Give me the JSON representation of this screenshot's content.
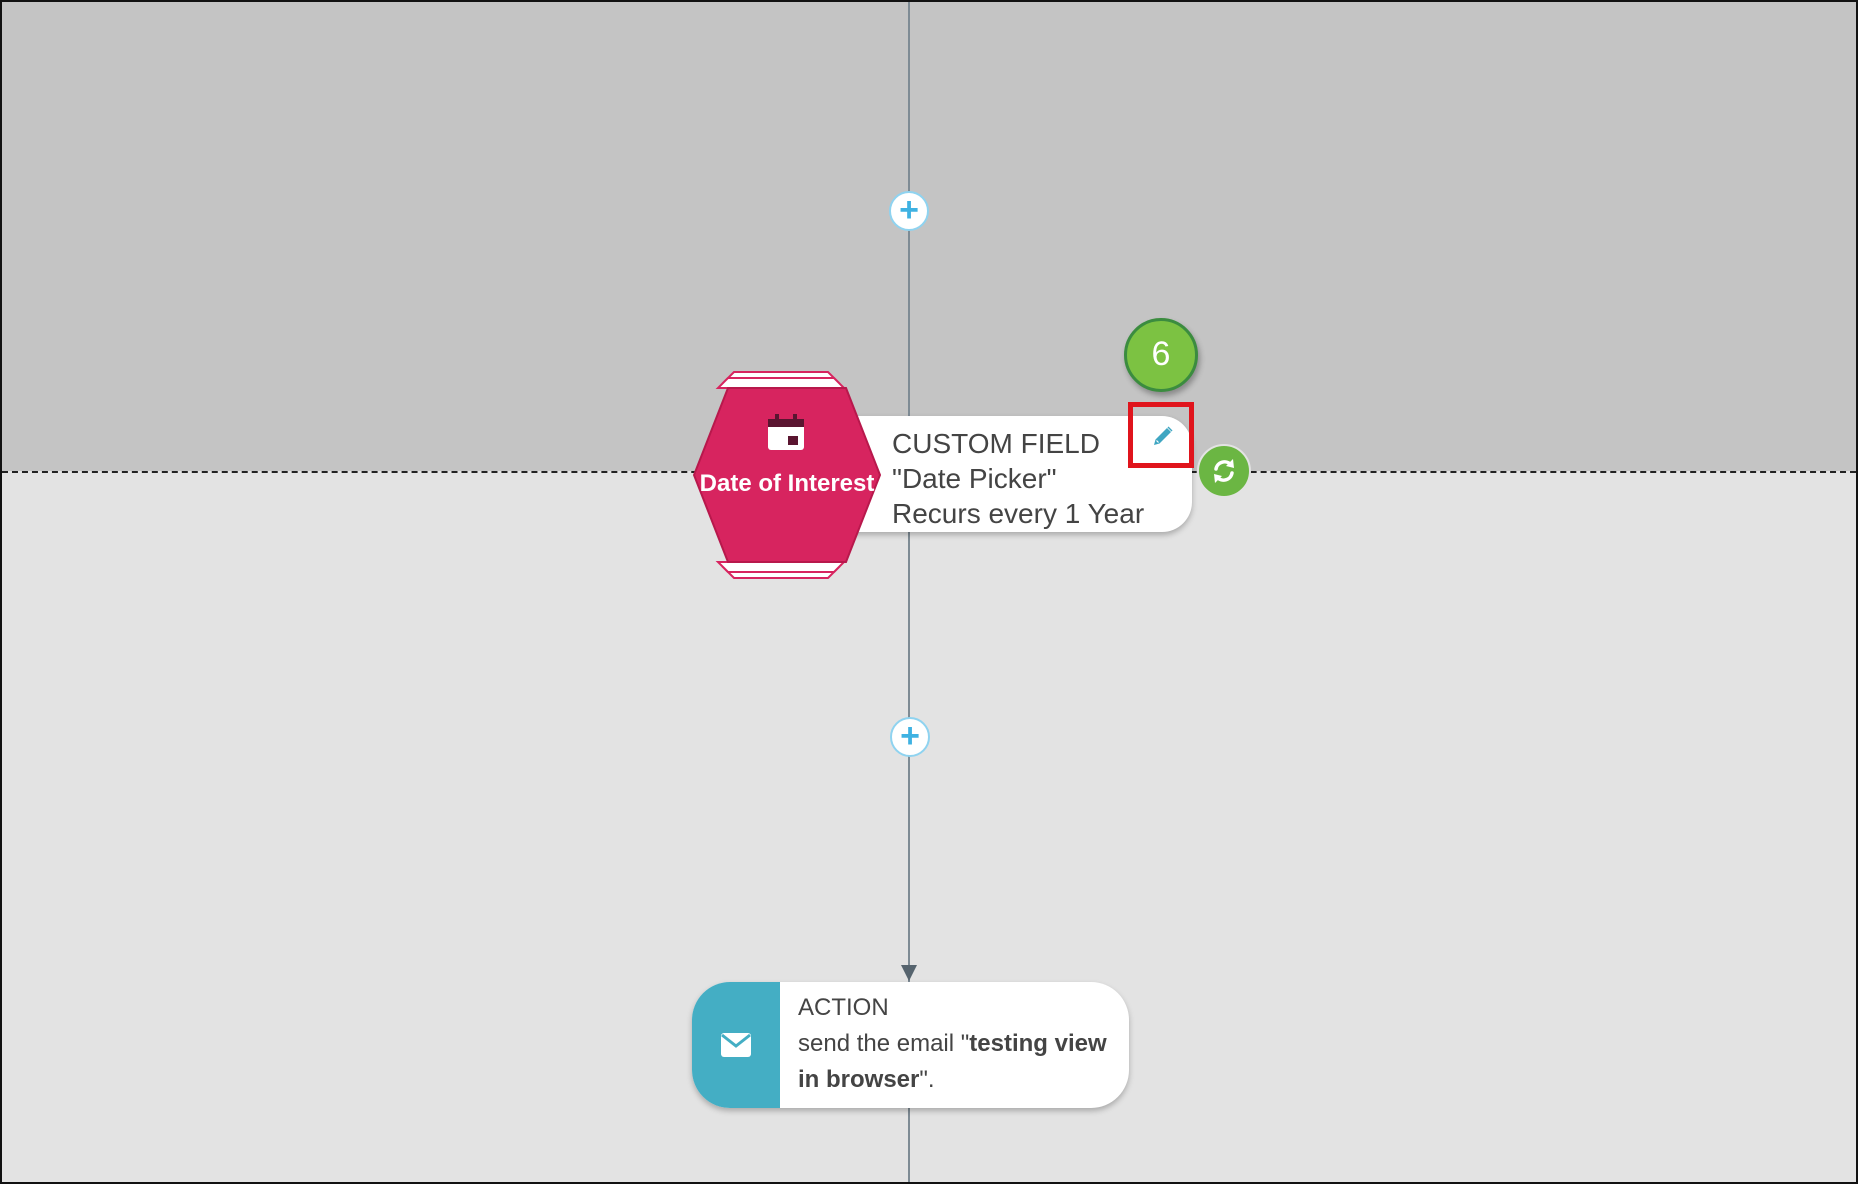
{
  "canvas": {
    "colors": {
      "top_zone": "#c4c4c4",
      "bottom_zone": "#e3e3e3",
      "flow_line": "#7e8b94"
    }
  },
  "add_step": {
    "icon": "plus-icon",
    "glyph": "+"
  },
  "trigger": {
    "hexagon_icon": "calendar-icon",
    "hexagon_label": "Date of Interest",
    "color": "#d7245f",
    "type_label": "CUSTOM FIELD",
    "field_name": "\"Date Picker\"",
    "recurrence": "Recurs every 1 Year",
    "edit_icon": "pencil-icon",
    "recurring_icon": "refresh-icon"
  },
  "step_badge": {
    "number": "6",
    "color": "#7cc242"
  },
  "action": {
    "icon": "envelope-icon",
    "color": "#44aec4",
    "type_label": "ACTION",
    "text_prefix": "send the email \"",
    "email_name": "testing view in browser",
    "text_suffix": "\"."
  }
}
